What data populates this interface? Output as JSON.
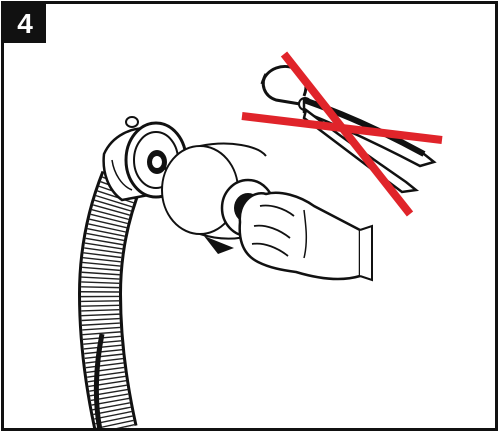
{
  "step": {
    "number": "4"
  },
  "illustration": {
    "tool_crossed_out": "pliers",
    "cross_color": "#e0242a",
    "parts": [
      "drain-hose",
      "pump-outlet-flange",
      "clamp-ring",
      "hand"
    ]
  }
}
